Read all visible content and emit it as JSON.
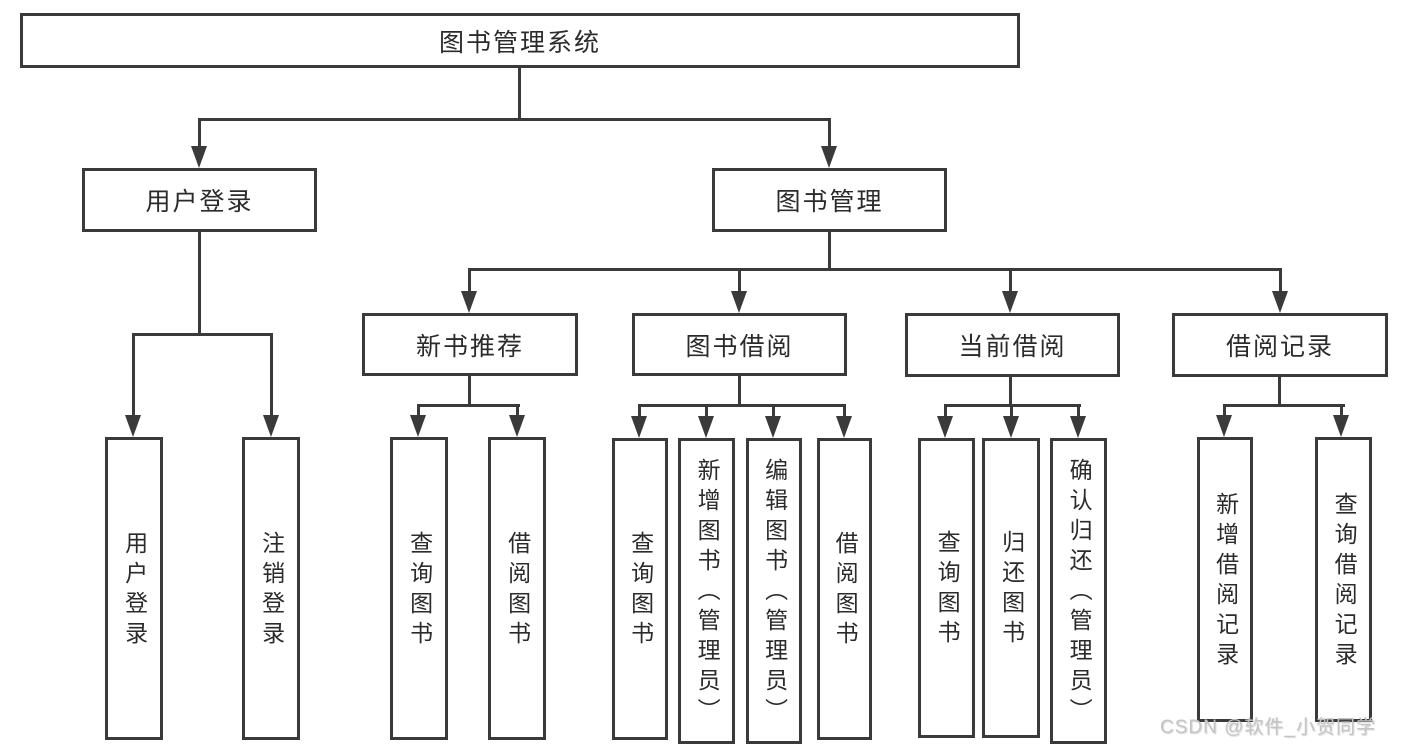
{
  "diagram": {
    "root": {
      "label": "图书管理系统"
    },
    "branches": [
      {
        "label": "用户登录",
        "children": [
          {
            "label": "用户登录"
          },
          {
            "label": "注销登录"
          }
        ]
      },
      {
        "label": "图书管理",
        "sections": [
          {
            "label": "新书推荐",
            "children": [
              {
                "label": "查询图书"
              },
              {
                "label": "借阅图书"
              }
            ]
          },
          {
            "label": "图书借阅",
            "children": [
              {
                "label": "查询图书"
              },
              {
                "label": "新增图书（管理员）"
              },
              {
                "label": "编辑图书（管理员）"
              },
              {
                "label": "借阅图书"
              }
            ]
          },
          {
            "label": "当前借阅",
            "children": [
              {
                "label": "查询图书"
              },
              {
                "label": "归还图书"
              },
              {
                "label": "确认归还（管理员）"
              }
            ]
          },
          {
            "label": "借阅记录",
            "children": [
              {
                "label": "新增借阅记录"
              },
              {
                "label": "查询借阅记录"
              }
            ]
          }
        ]
      }
    ]
  },
  "watermark": {
    "text": "CSDN @软件_小贺同学"
  },
  "colors": {
    "line": "#3a3a3a",
    "text": "#2b2b2b",
    "watermark": "#c5c5c5",
    "background": "#ffffff"
  }
}
